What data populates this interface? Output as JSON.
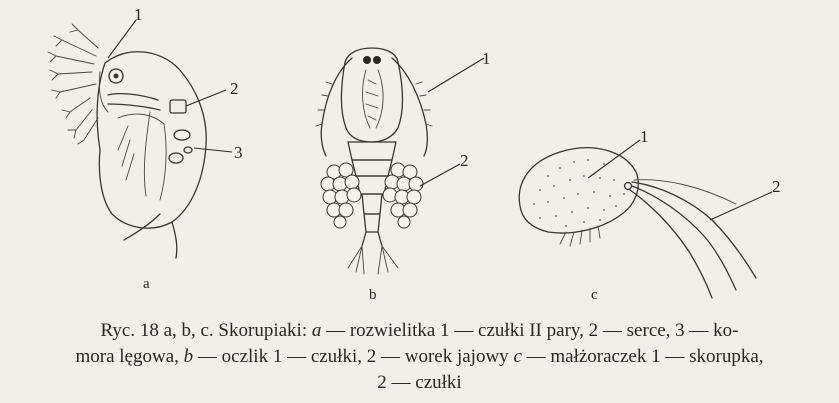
{
  "panels": [
    {
      "id": "a",
      "letter": "a",
      "name": "rozwielitka",
      "labels": [
        "1",
        "2",
        "3"
      ]
    },
    {
      "id": "b",
      "letter": "b",
      "name": "oczlik",
      "labels": [
        "1",
        "2"
      ]
    },
    {
      "id": "c",
      "letter": "c",
      "name": "małżoraczek",
      "labels": [
        "1",
        "2"
      ]
    }
  ],
  "caption": {
    "line1_pre": "Ryc. 18 a, b, c. Skorupiaki: ",
    "line1_a": "a",
    "line1_post": " — rozwielitka  1 — czułki II  pary,  2 — serce,  3 — ko-",
    "line2_pre": "mora lęgowa, ",
    "line2_b": "b",
    "line2_mid": " — oczlik 1 — czułki, 2 — worek jajowy ",
    "line2_c": "c",
    "line2_post": " — małżoraczek 1 — skorupka,",
    "line3": "2 — czułki"
  }
}
